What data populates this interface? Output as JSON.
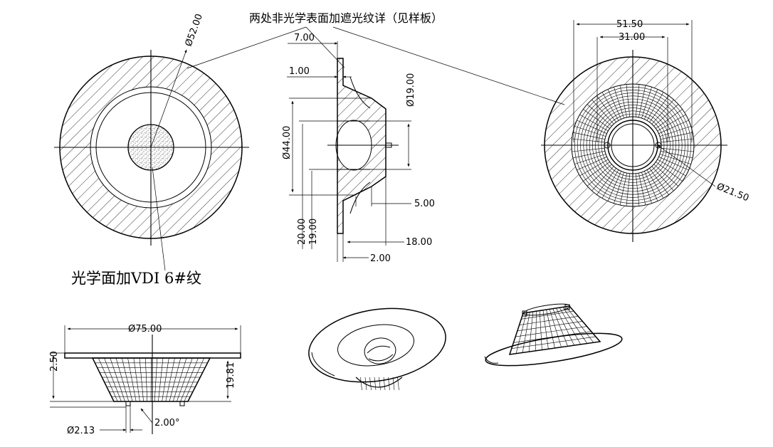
{
  "notes": {
    "top": "两处非光学表面加遮光纹详（见样板）",
    "bottom": "光学面加VDI 6#纹"
  },
  "dims": {
    "front_dia": "Ø52.00",
    "sec_7": "7.00",
    "sec_1": "1.00",
    "sec_dia19": "Ø19.00",
    "sec_dia44": "Ø44.00",
    "sec_20": "20.00",
    "sec_19": "19.00",
    "sec_5": "5.00",
    "sec_18": "18.00",
    "sec_2": "2.00",
    "rear_51": "51.50",
    "rear_31": "31.00",
    "rear_dia21": "Ø21.50",
    "side_dia75": "Ø75.00",
    "side_250": "2.50",
    "side_1981": "19.81",
    "side_dia213": "Ø2.13",
    "side_200": "2.00°"
  },
  "colors": {
    "line": "#000000",
    "background": "#ffffff"
  }
}
